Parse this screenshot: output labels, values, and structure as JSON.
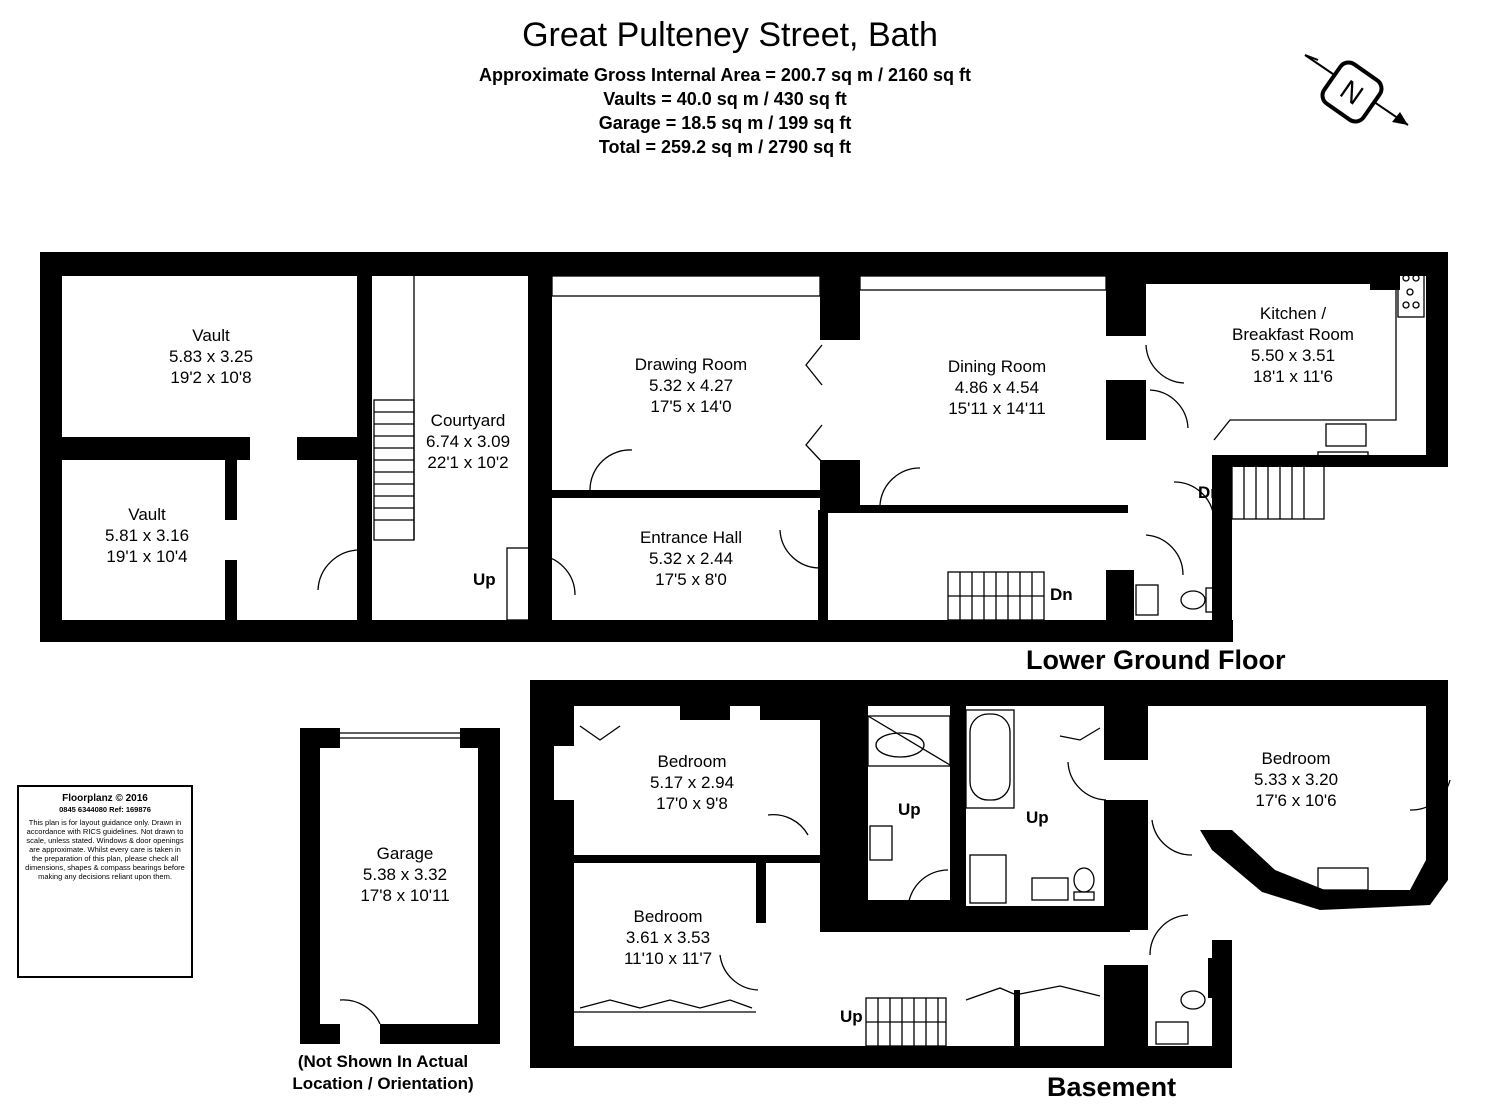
{
  "header": {
    "title": "Great Pulteney Street, Bath",
    "area_lines": [
      "Approximate Gross Internal Area = 200.7 sq m / 2160 sq ft",
      "Vaults = 40.0 sq m / 430 sq ft",
      "Garage = 18.5 sq m / 199 sq ft",
      "Total = 259.2 sq m / 2790 sq ft"
    ]
  },
  "compass": {
    "letter": "N",
    "icon": "north-arrow-icon"
  },
  "lower_ground": {
    "label": "Lower Ground Floor",
    "rooms": [
      {
        "name": "Vault",
        "metric": "5.83 x 3.25",
        "imperial": "19'2 x 10'8"
      },
      {
        "name": "Vault",
        "metric": "5.81 x 3.16",
        "imperial": "19'1 x 10'4"
      },
      {
        "name": "Courtyard",
        "metric": "6.74 x 3.09",
        "imperial": "22'1 x 10'2"
      },
      {
        "name": "Drawing Room",
        "metric": "5.32 x 4.27",
        "imperial": "17'5 x 14'0"
      },
      {
        "name": "Dining Room",
        "metric": "4.86 x 4.54",
        "imperial": "15'11 x 14'11"
      },
      {
        "name": "Kitchen /",
        "name2": "Breakfast Room",
        "metric": "5.50 x 3.51",
        "imperial": "18'1 x 11'6"
      },
      {
        "name": "Entrance Hall",
        "metric": "5.32 x 2.44",
        "imperial": "17'5 x 8'0"
      }
    ],
    "stairs": {
      "up": "Up",
      "dn1": "Dn",
      "dn2": "Dn"
    }
  },
  "basement": {
    "label": "Basement",
    "rooms": [
      {
        "name": "Bedroom",
        "metric": "5.17 x 2.94",
        "imperial": "17'0 x 9'8"
      },
      {
        "name": "Bedroom",
        "metric": "3.61 x 3.53",
        "imperial": "11'10 x 11'7"
      },
      {
        "name": "Bedroom",
        "metric": "5.33 x 3.20",
        "imperial": "17'6 x 10'6"
      }
    ],
    "stairs": {
      "up1": "Up",
      "up2": "Up",
      "up3": "Up"
    }
  },
  "garage": {
    "name": "Garage",
    "metric": "5.38 x 3.32",
    "imperial": "17'8 x 10'11",
    "note_line1": "(Not Shown In Actual",
    "note_line2": "Location / Orientation)"
  },
  "disclaimer": {
    "brand": "Floorplanz © 2016",
    "ref": "0845 6344080 Ref: 169876",
    "text": "This plan is for layout guidance only. Drawn in accordance with RICS guidelines. Not drawn to scale, unless stated. Windows & door openings are approximate. Whilst every care is taken in the preparation of this plan, please check all dimensions, shapes & compass bearings before making any decisions reliant upon them."
  }
}
